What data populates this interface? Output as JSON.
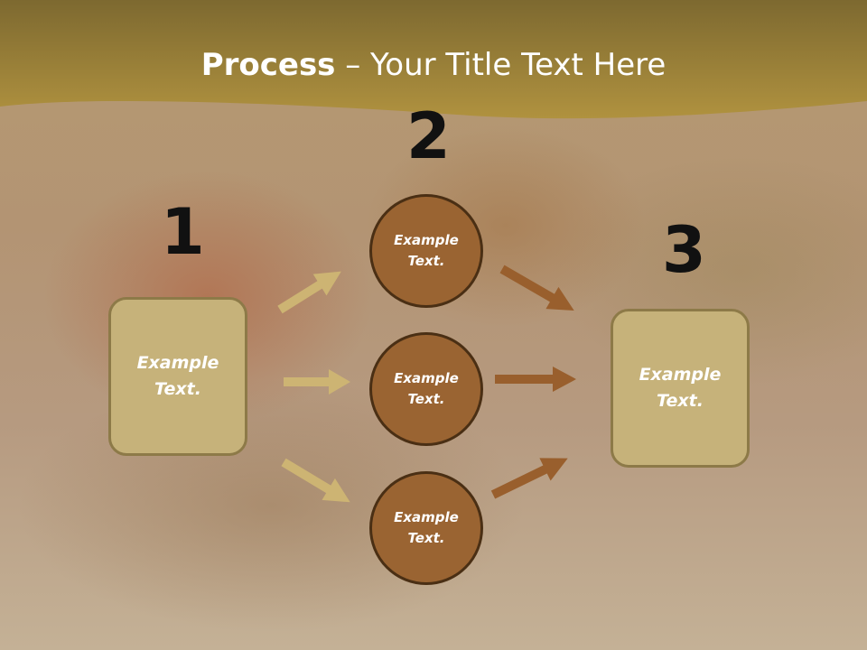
{
  "title": {
    "bold": "Process",
    "rest": " – Your Title Text Here"
  },
  "steps": {
    "s1": {
      "number": "1",
      "text_line1": "Example",
      "text_line2": "Text."
    },
    "s2": {
      "number": "2"
    },
    "s3": {
      "number": "3",
      "text_line1": "Example",
      "text_line2": "Text."
    }
  },
  "circles": [
    {
      "line1": "Example",
      "line2": "Text."
    },
    {
      "line1": "Example",
      "line2": "Text."
    },
    {
      "line1": "Example",
      "line2": "Text."
    }
  ],
  "colors": {
    "header": "#a88a3c",
    "box_fill": "#c6b27a",
    "circle_fill": "#9a6432",
    "arrow_light": "#cdb473",
    "arrow_dark": "#995f2d"
  }
}
